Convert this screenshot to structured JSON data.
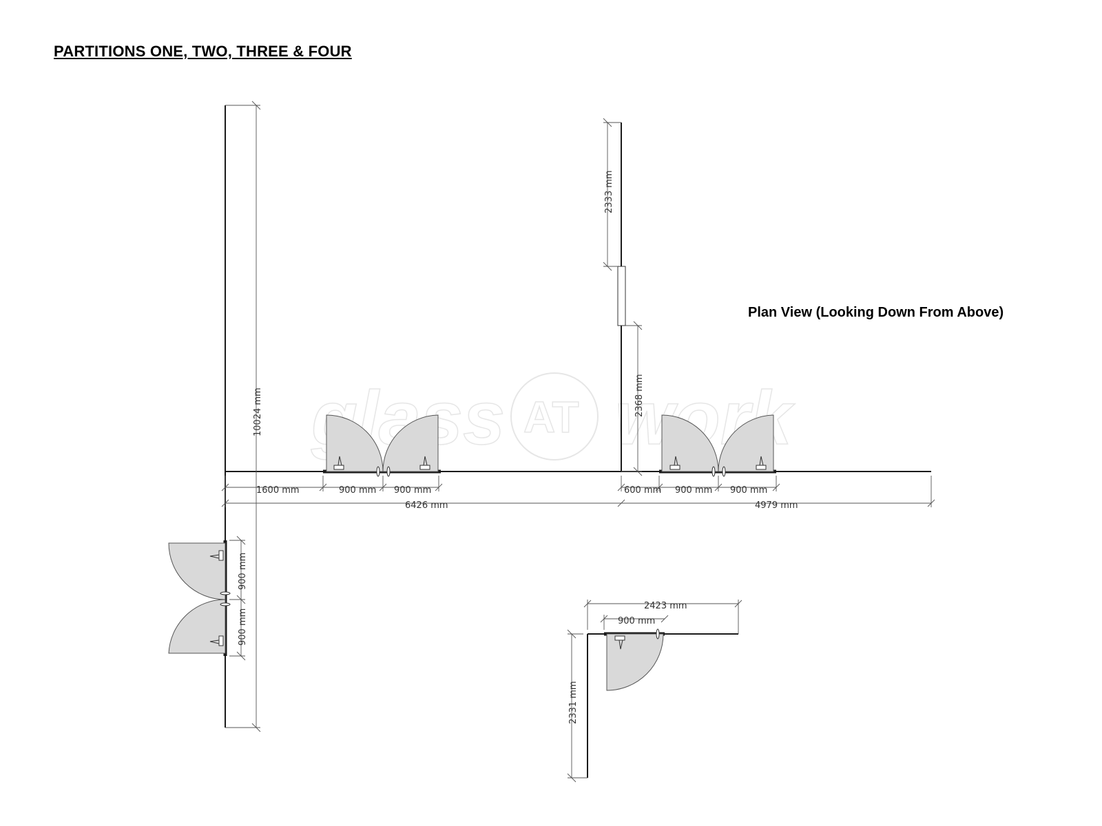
{
  "title": "PARTITIONS ONE, TWO, THREE & FOUR",
  "subtitle": "Plan View (Looking Down From Above)",
  "watermark": {
    "left": "glass",
    "middle": "AT",
    "right": "work"
  },
  "dimensions": {
    "p1_height": "10024 mm",
    "p1_door_top": "900 mm",
    "p1_door_bottom": "900 mm",
    "p2_offset": "1600 mm",
    "p2_door_left": "900 mm",
    "p2_door_right": "900 mm",
    "p2_total": "6426 mm",
    "p3_upper": "2333 mm",
    "p3_lower": "2368 mm",
    "p3_offset": "600 mm",
    "p3_door_left": "900 mm",
    "p3_door_right": "900 mm",
    "p3_total": "4979 mm",
    "p4_width": "2423 mm",
    "p4_door": "900 mm",
    "p4_height": "2331 mm"
  }
}
